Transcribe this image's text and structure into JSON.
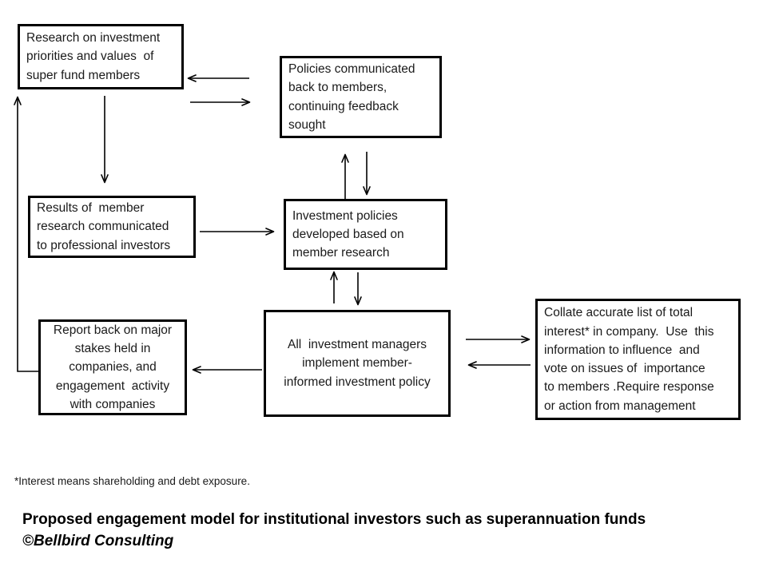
{
  "diagram": {
    "title_line1": "Proposed engagement model for institutional investors such as superannuation funds",
    "title_line2": "©Bellbird Consulting",
    "footnote": "*Interest means shareholding and debt exposure.",
    "stroke_color": "#000000",
    "background_color": "#ffffff",
    "nodes": [
      {
        "id": "research",
        "align": "left",
        "lines": [
          "Research on investment",
          "priorities and values  of",
          "super fund members"
        ]
      },
      {
        "id": "policies",
        "align": "left",
        "lines": [
          "Policies communicated",
          "back to members,",
          "continuing feedback",
          "sought"
        ]
      },
      {
        "id": "results",
        "align": "left",
        "lines": [
          "Results of  member",
          "research communicated",
          "to professional investors"
        ]
      },
      {
        "id": "investpolicy",
        "align": "left",
        "lines": [
          "Investment policies",
          "developed based on",
          "member research"
        ]
      },
      {
        "id": "report",
        "align": "center",
        "lines": [
          "Report back on major",
          "stakes held in",
          "companies, and",
          "engagement  activity",
          "with companies"
        ]
      },
      {
        "id": "managers",
        "align": "center",
        "lines": [
          "All  investment managers",
          "implement member-",
          "informed investment policy"
        ]
      },
      {
        "id": "collate",
        "align": "left",
        "lines": [
          "Collate accurate list of total",
          "interest* in company.  Use  this",
          "information to influence  and",
          "vote on issues of  importance",
          "to members .Require response",
          "or action from management"
        ]
      }
    ],
    "connectors": [
      {
        "id": "policies-to-research",
        "from": "policies",
        "to": "research",
        "direction": "left",
        "kind": "straight"
      },
      {
        "id": "research-to-policies",
        "from": "research",
        "to": "policies",
        "direction": "right",
        "kind": "straight"
      },
      {
        "id": "research-to-results",
        "from": "research",
        "to": "results",
        "direction": "down",
        "kind": "straight"
      },
      {
        "id": "results-to-investpolicy",
        "from": "results",
        "to": "investpolicy",
        "direction": "right",
        "kind": "straight"
      },
      {
        "id": "investpolicy-to-policies",
        "from": "investpolicy",
        "to": "policies",
        "direction": "up",
        "kind": "straight"
      },
      {
        "id": "policies-to-investpolicy",
        "from": "policies",
        "to": "investpolicy",
        "direction": "down",
        "kind": "straight"
      },
      {
        "id": "managers-to-investpolicy",
        "from": "managers",
        "to": "investpolicy",
        "direction": "up",
        "kind": "straight"
      },
      {
        "id": "investpolicy-to-managers",
        "from": "investpolicy",
        "to": "managers",
        "direction": "down",
        "kind": "straight"
      },
      {
        "id": "managers-to-collate",
        "from": "managers",
        "to": "collate",
        "direction": "right",
        "kind": "straight"
      },
      {
        "id": "collate-to-managers",
        "from": "collate",
        "to": "managers",
        "direction": "left",
        "kind": "straight"
      },
      {
        "id": "managers-to-report",
        "from": "managers",
        "to": "report",
        "direction": "left",
        "kind": "straight"
      },
      {
        "id": "report-to-research",
        "from": "report",
        "to": "research",
        "direction": "up",
        "kind": "elbow"
      }
    ]
  }
}
